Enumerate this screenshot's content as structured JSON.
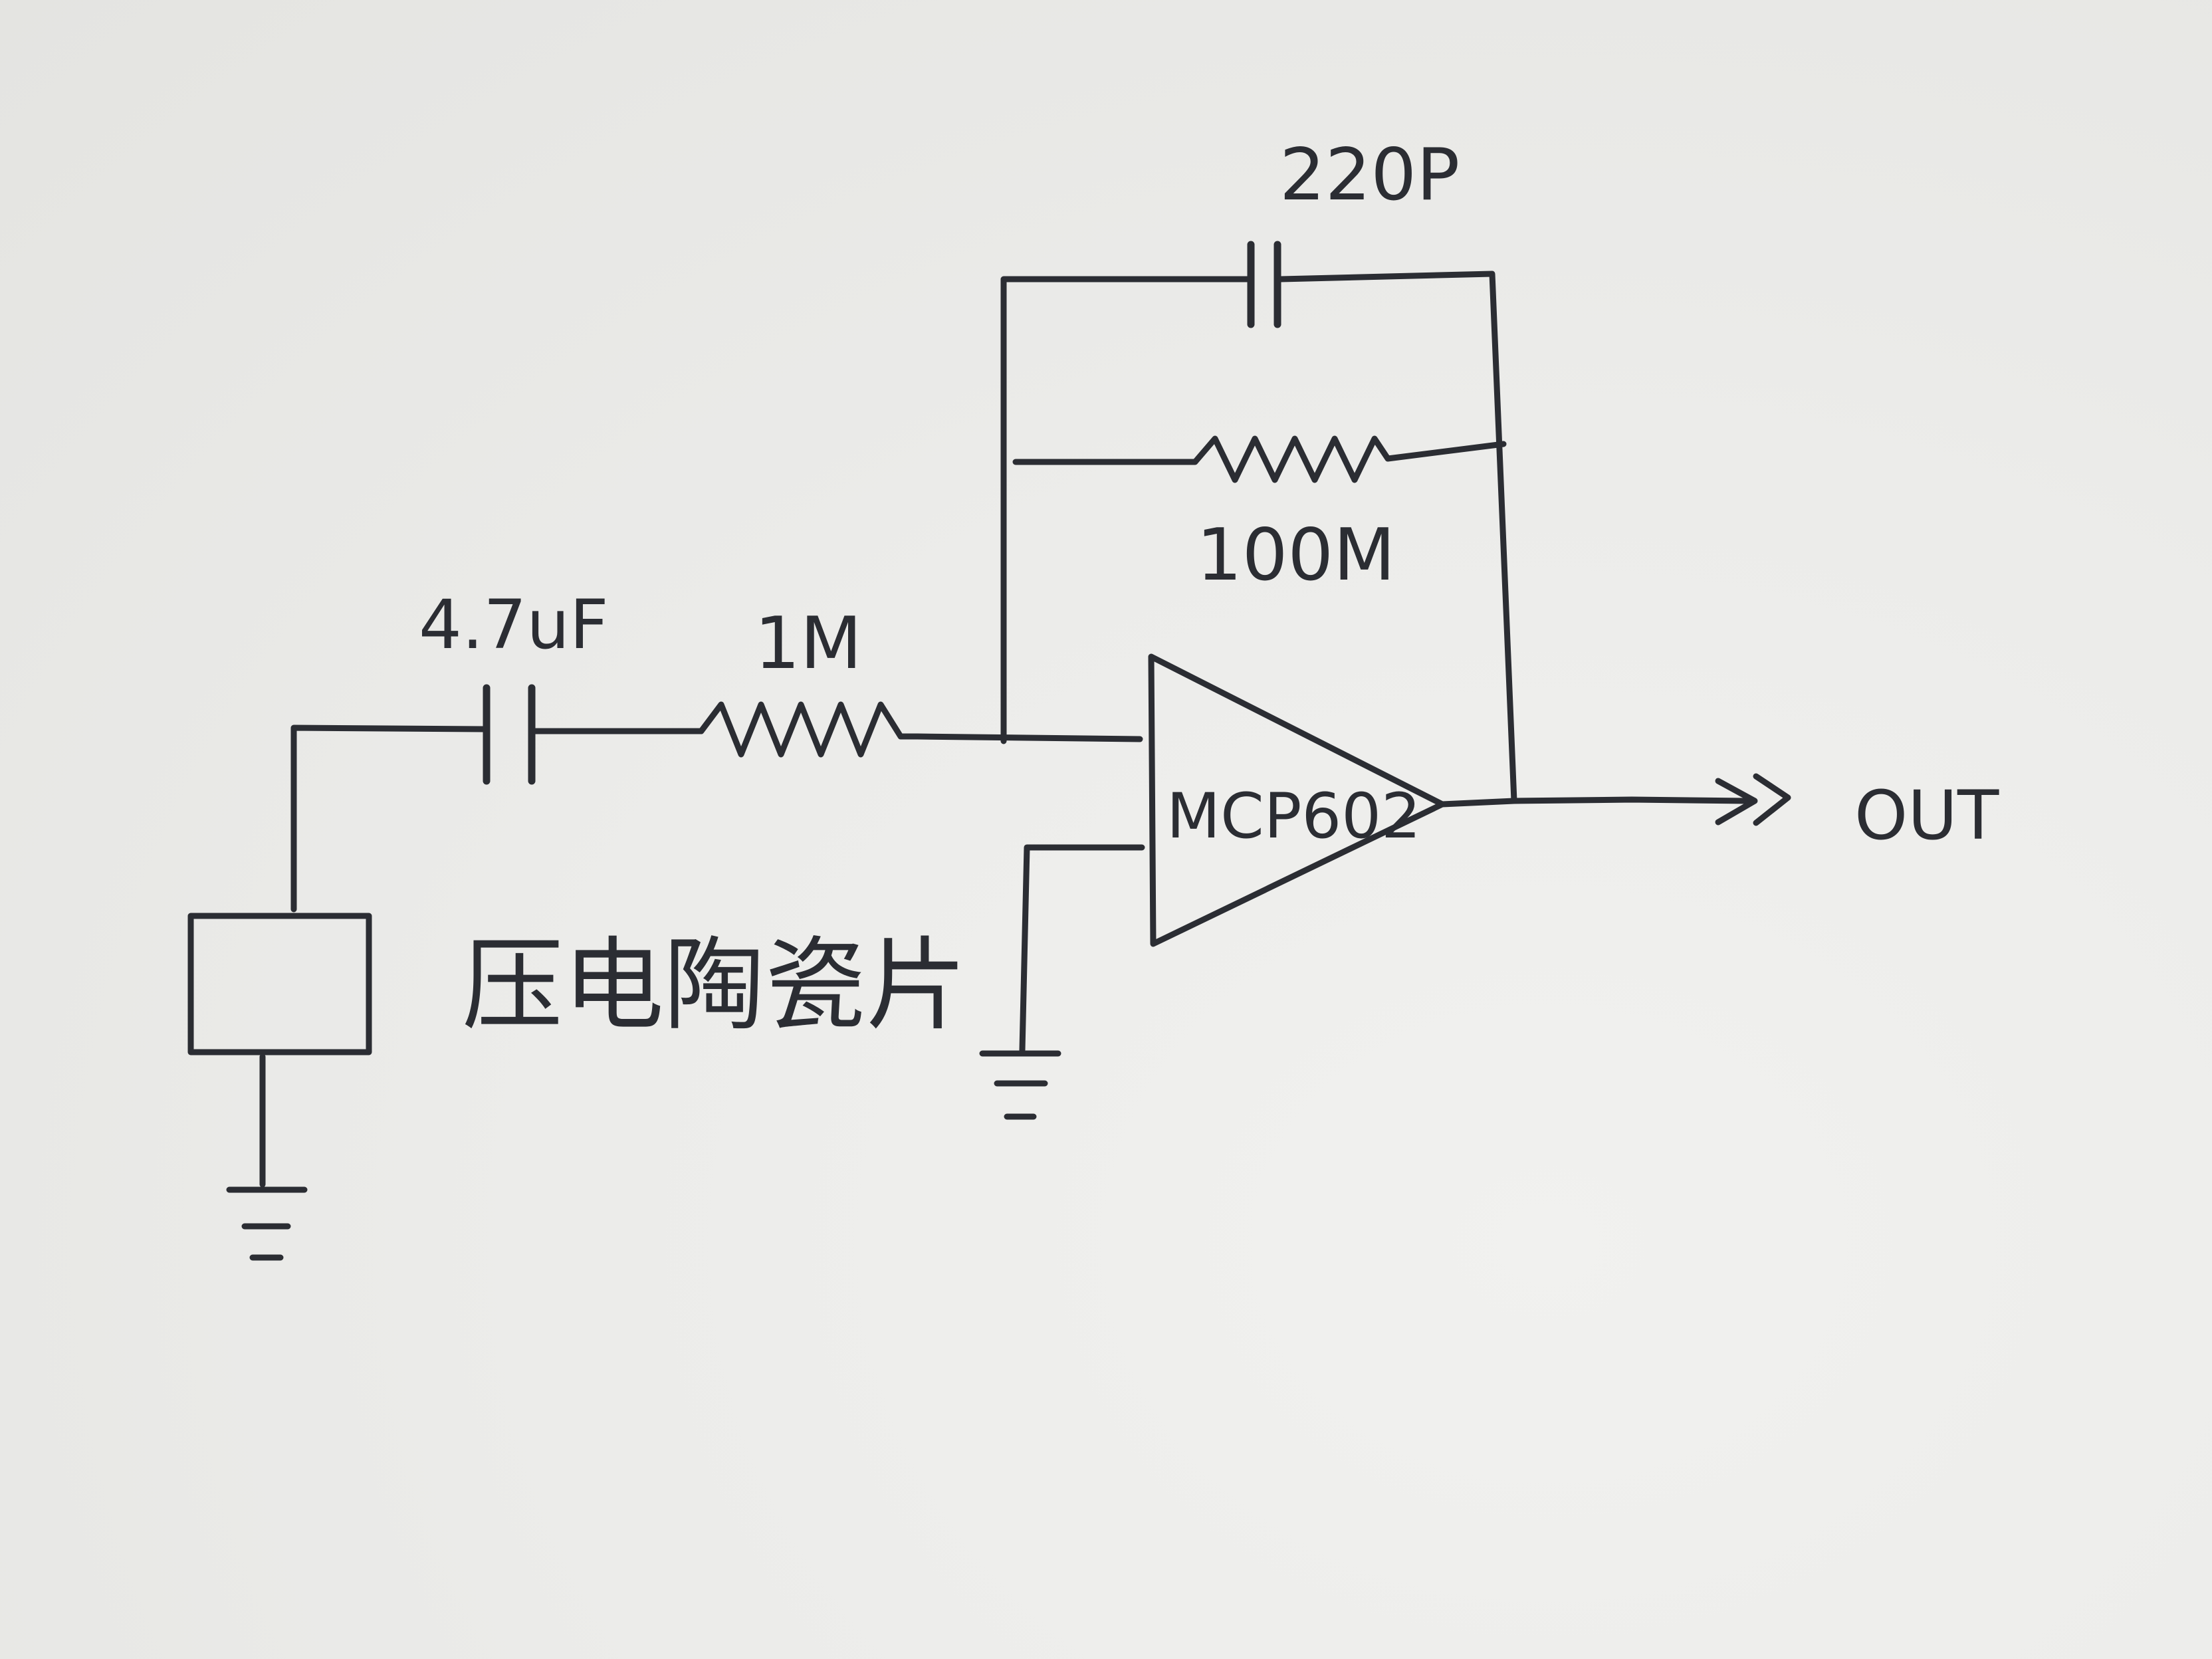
{
  "labels": {
    "feedback_capacitor": "220P",
    "feedback_resistor": "100M",
    "input_capacitor": "4.7uF",
    "input_resistor": "1M",
    "opamp": "MCP602",
    "output": "OUT",
    "sensor": "压电陶瓷片"
  },
  "colors": {
    "ink": "#2b2d33",
    "paper": "#ececea"
  }
}
